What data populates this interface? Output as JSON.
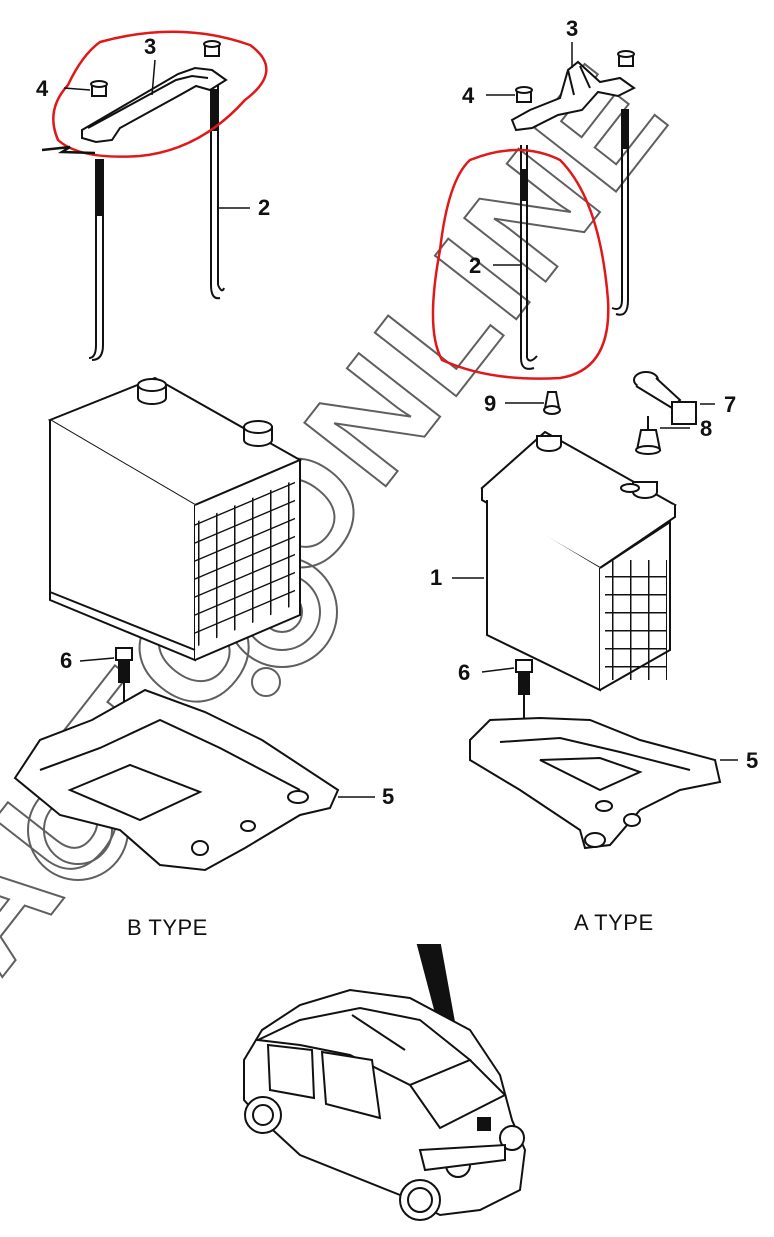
{
  "labels": {
    "b_nut": "4",
    "b_bracket": "3",
    "b_rod": "2",
    "b_bolt": "6",
    "b_tray": "5",
    "a_bracket": "3",
    "a_nut": "4",
    "a_rod": "2",
    "a_terminal": "9",
    "a_sensor": "7",
    "a_post": "8",
    "a_battery": "1",
    "a_bolt": "6",
    "a_tray": "5"
  },
  "captions": {
    "b_type": "B TYPE",
    "a_type": "A TYPE"
  },
  "watermark": {
    "text": "AUTO.ONLINE",
    "color": "#444444"
  },
  "annotation": {
    "color": "#e01818"
  }
}
